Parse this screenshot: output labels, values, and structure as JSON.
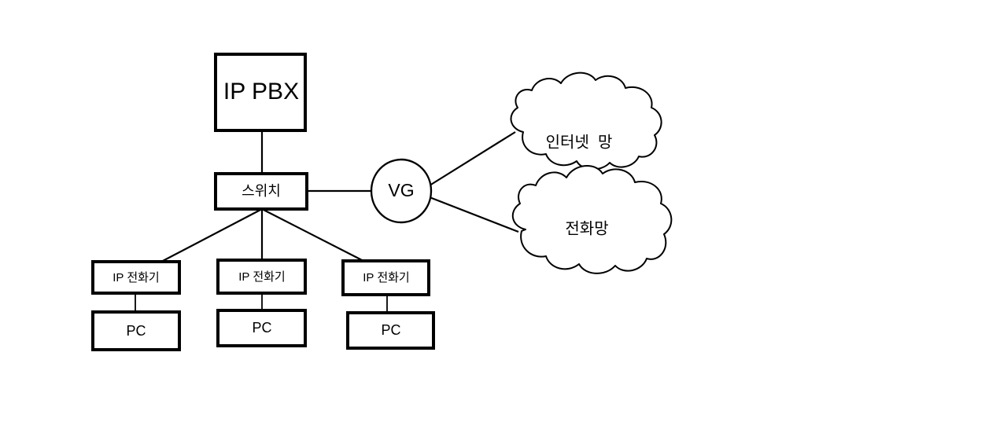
{
  "diagram": {
    "title": "IP PBX network topology",
    "background_color": "#ffffff",
    "line_color": "#000000",
    "nodes": {
      "ip_pbx": {
        "label": "IP PBX",
        "shape": "rectangle"
      },
      "switch": {
        "label": "스위치",
        "shape": "rectangle"
      },
      "vg": {
        "label": "VG",
        "shape": "circle"
      },
      "internet_cloud": {
        "label": "인터넷  망",
        "shape": "cloud"
      },
      "phone_cloud": {
        "label": "전화망",
        "shape": "cloud"
      },
      "ip_phone_1": {
        "label": "IP 전화기",
        "shape": "rectangle"
      },
      "ip_phone_2": {
        "label": "IP 전화기",
        "shape": "rectangle"
      },
      "ip_phone_3": {
        "label": "IP 전화기",
        "shape": "rectangle"
      },
      "pc_1": {
        "label": "PC",
        "shape": "rectangle"
      },
      "pc_2": {
        "label": "PC",
        "shape": "rectangle"
      },
      "pc_3": {
        "label": "PC",
        "shape": "rectangle"
      }
    }
  }
}
